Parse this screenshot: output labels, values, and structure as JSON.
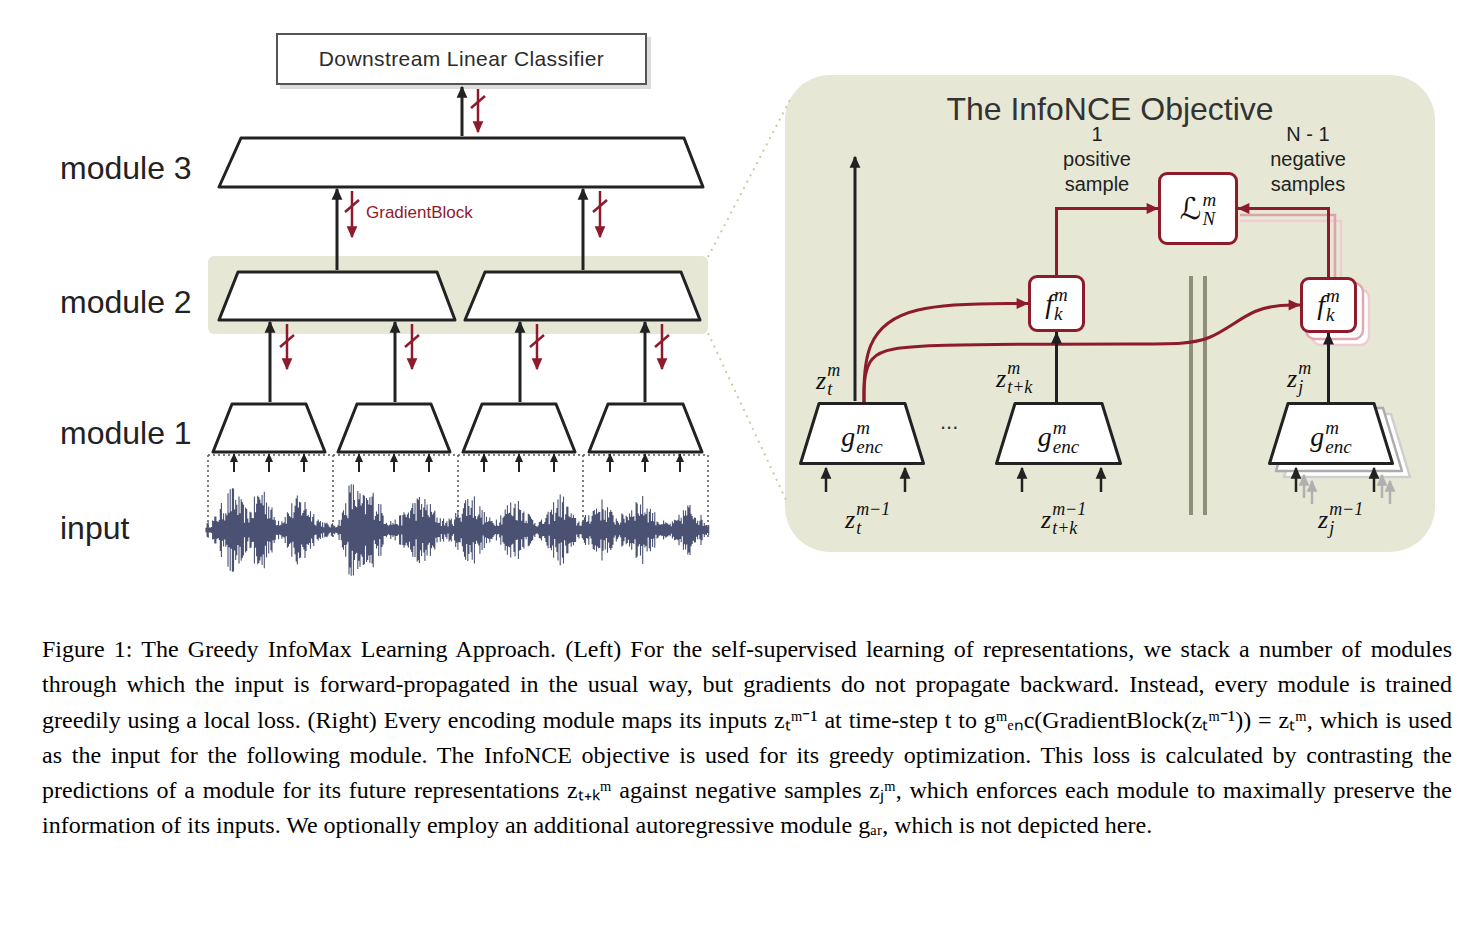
{
  "diagram": {
    "caption": "Figure 1: The Greedy InfoMax Learning Approach. (Left) For the self-supervised learning of representations, we stack a number of modules through which the input is forward-propagated in the usual way, but gradients do not propagate backward. Instead, every module is trained greedily using a local loss. (Right) Every encoding module maps its inputs zₜᵐ⁻¹ at time-step t to gᵐₑₙc(GradientBlock(zₜᵐ⁻¹)) = zₜᵐ, which is used as the input for the following module. The InfoNCE objective is used for its greedy optimization. This loss is calculated by contrasting the predictions of a module for its future representations zₜ₊ₖᵐ against negative samples zⱼᵐ, which enforces each module to maximally preserve the information of its inputs. We optionally employ an additional autoregressive module gₐᵣ, which is not depicted here.",
    "nodes": [
      {
        "text": [
          "Downstream Linear Classifier"
        ]
      },
      {
        "text": [
          "The InfoNCE Objective"
        ]
      },
      {
        "text": [
          "ℒ",
          "m",
          "N"
        ],
        "in": 1
      },
      {
        "text": [
          "f",
          "m",
          "k"
        ],
        "in": 1
      },
      {
        "text": [
          "f",
          "m",
          "k"
        ],
        "in": 1
      },
      {
        "text": [
          "g",
          "m",
          "enc"
        ],
        "in": 1
      },
      {
        "text": [
          "g",
          "m",
          "enc"
        ],
        "in": 1
      },
      {
        "text": [
          "g",
          "m",
          "enc"
        ],
        "in": 1
      }
    ],
    "edges": [
      {
        "from": 5,
        "to": 3,
        "arrow": "to"
      },
      {
        "from": 5,
        "to": 4,
        "arrow": "to"
      },
      {
        "from": 6,
        "to": 3,
        "arrow": "to"
      },
      {
        "from": 7,
        "to": 4,
        "arrow": "to"
      },
      {
        "from": 3,
        "to": 2,
        "arrow": "to"
      },
      {
        "from": 4,
        "to": 2,
        "arrow": "to"
      }
    ],
    "labels": [
      "module 3",
      "GradientBlock",
      "module 2",
      "module 1",
      "input",
      "1 positive sample",
      "N - 1 negative samples",
      "z",
      "m",
      "t",
      "z",
      "m",
      "t+k",
      "z",
      "m",
      "j",
      "...",
      "z",
      "m−1",
      "t",
      "z",
      "m−1",
      "t+k",
      "z",
      "m−1",
      "j"
    ]
  }
}
